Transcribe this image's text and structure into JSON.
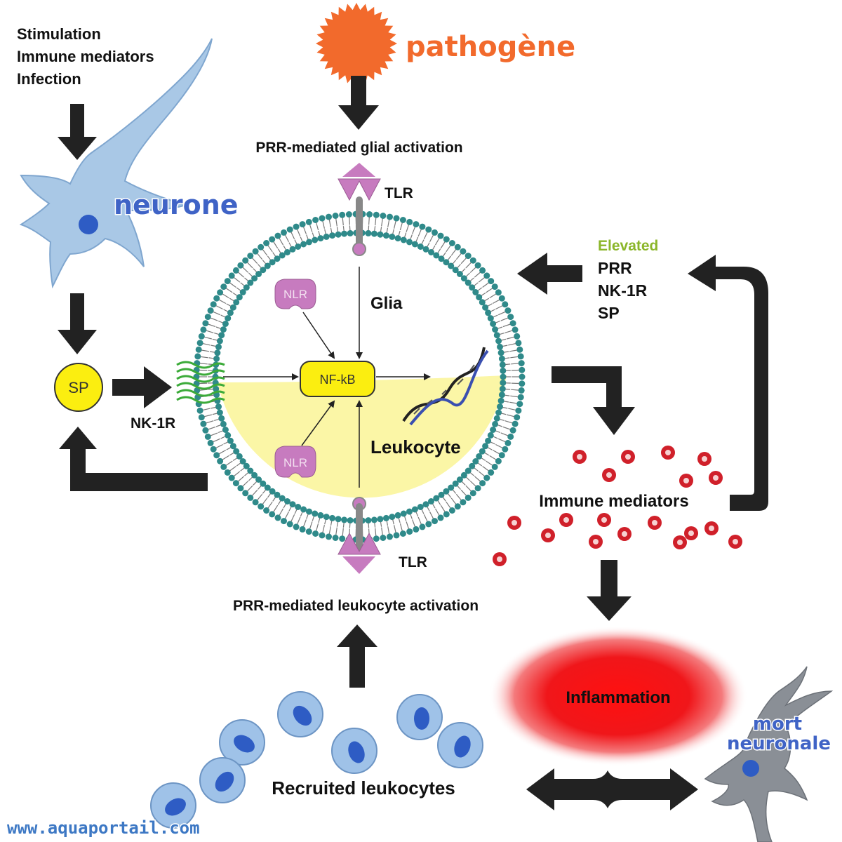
{
  "colors": {
    "neuron": "#a9c8e6",
    "nucleus": "#2e5cc4",
    "pathogen": "#f26a2c",
    "membrane": "#2f8a8a",
    "leukocyte_fill": "#fbf6a6",
    "nfkb": "#fbee10",
    "nlr": "#c77bbf",
    "mediator": "#d0202a",
    "elevated": "#8bb62a",
    "inflammation": "#e8161b"
  },
  "labels": {
    "stimulation": "Stimulation",
    "immune_mediators_top": "Immune mediators",
    "infection": "Infection",
    "pathogen": "pathogène",
    "neurone": "neurone",
    "prr_glial": "PRR-mediated glial activation",
    "tlr_top": "TLR",
    "tlr_bottom": "TLR",
    "glia": "Glia",
    "nlr_top": "NLR",
    "nlr_bottom": "NLR",
    "nfkb": "NF-kB",
    "leukocyte": "Leukocyte",
    "sp": "SP",
    "nk1r_left": "NK-1R",
    "elevated": "Elevated",
    "elevated_items": [
      "PRR",
      "NK-1R",
      "SP"
    ],
    "immune_mediators": "Immune mediators",
    "prr_leukocyte": "PRR-mediated leukocyte activation",
    "inflammation": "Inflammation",
    "recruited": "Recruited leukocytes",
    "mort": "mort",
    "neuronale": "neuronale",
    "watermark": "www.aquaportail.com"
  },
  "icons": [
    "neuron-icon",
    "pathogen-icon",
    "cell-membrane-icon",
    "tlr-receptor-icon",
    "nlr-icon",
    "dna-icon",
    "nk1r-receptor-icon",
    "mediator-dot-icon",
    "leukocyte-cell-icon",
    "dead-neuron-icon"
  ]
}
